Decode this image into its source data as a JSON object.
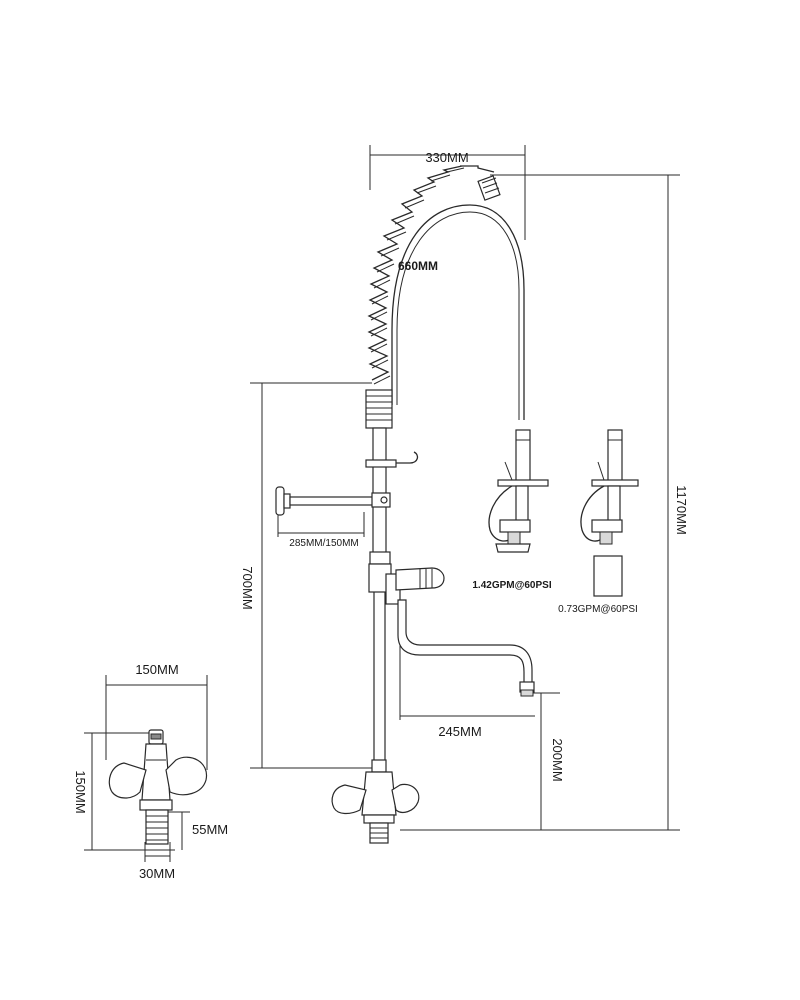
{
  "dimensions": {
    "hose_width": "330MM",
    "spring_length": "660MM",
    "total_height": "1170MM",
    "column_height": "700MM",
    "wall_bracket": "285MM/150MM",
    "spout_reach": "245MM",
    "spout_height": "200MM",
    "valve_width": "150MM",
    "valve_height": "150MM",
    "thread_length": "55MM",
    "thread_width": "30MM"
  },
  "spray_heads": {
    "standard_flow": "1.42GPM@60PSI",
    "low_flow": "0.73GPM@60PSI"
  }
}
